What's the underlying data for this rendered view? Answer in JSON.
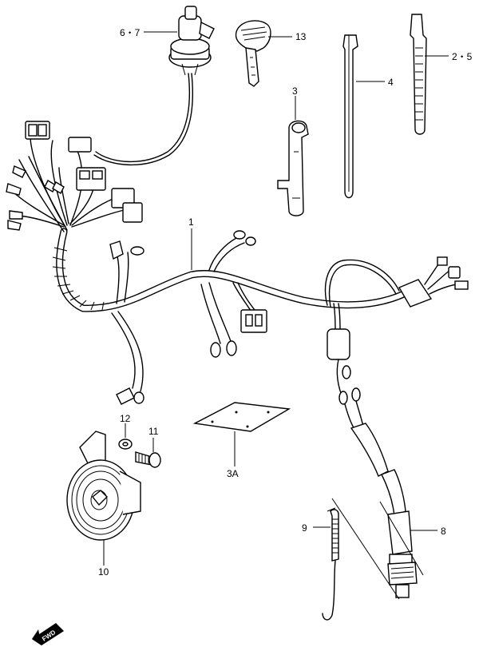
{
  "callouts": {
    "key_switch": "6・7",
    "key": "13",
    "band_long": "4",
    "band_short": "2・5",
    "clamp": "3",
    "harness": "1",
    "washer": "12",
    "bolt": "11",
    "horn": "10",
    "protector": "3A",
    "spring": "9",
    "brake_switch": "8"
  },
  "fwd_marker": "FWD"
}
